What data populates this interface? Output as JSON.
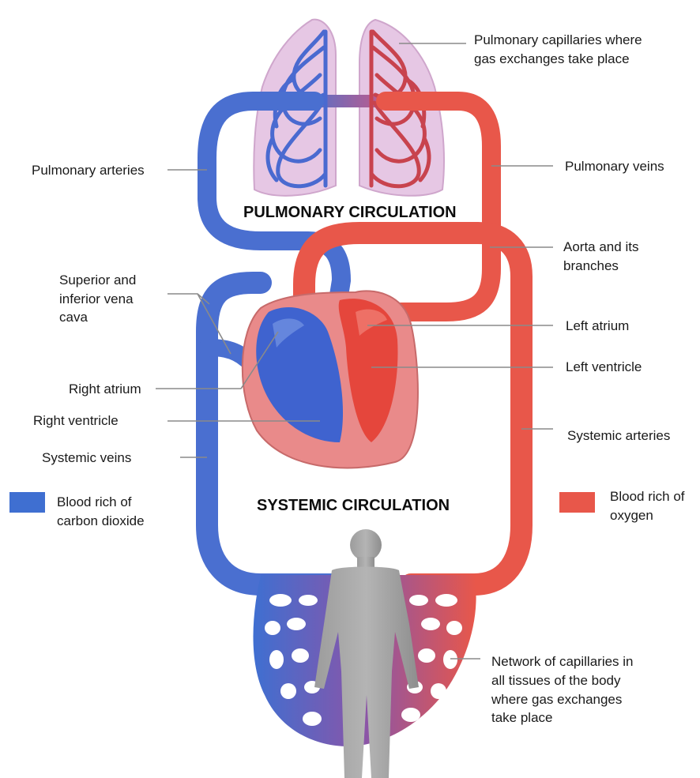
{
  "colors": {
    "deoxygenated": "#3f6fd1",
    "oxygenated": "#e8574a",
    "lung": "#e3bfe0",
    "silhouette": "#9c9c9c"
  },
  "titles": {
    "pulmonary": "PULMONARY CIRCULATION",
    "systemic": "SYSTEMIC CIRCULATION"
  },
  "labels": {
    "pulmonary_capillaries": [
      "Pulmonary capillaries where",
      "gas exchanges take place"
    ],
    "pulmonary_arteries": "Pulmonary arteries",
    "pulmonary_veins": "Pulmonary veins",
    "aorta": [
      "Aorta and its",
      "branches"
    ],
    "vena_cava": [
      "Superior and",
      "inferior vena",
      "cava"
    ],
    "left_atrium": "Left atrium",
    "left_ventricle": "Left ventricle",
    "right_atrium": "Right atrium",
    "right_ventricle": "Right ventricle",
    "systemic_veins": "Systemic veins",
    "systemic_arteries": "Systemic arteries",
    "body_capillaries": [
      "Network of capillaries in",
      "all tissues of the body",
      "where gas exchanges",
      "take place"
    ]
  },
  "legend": {
    "co2": [
      "Blood rich of",
      "carbon dioxide"
    ],
    "o2": [
      "Blood rich of",
      "oxygen"
    ]
  }
}
